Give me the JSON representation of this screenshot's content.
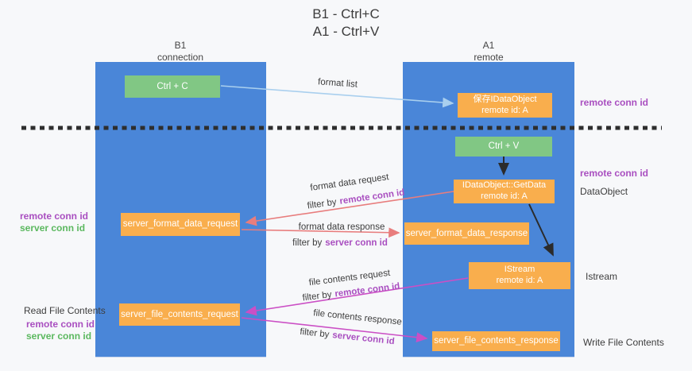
{
  "title": {
    "line1": "B1 - Ctrl+C",
    "line2": "A1 - Ctrl+V"
  },
  "columns": {
    "left": {
      "name": "B1",
      "role": "connection"
    },
    "right": {
      "name": "A1",
      "role": "remote"
    }
  },
  "nodes": {
    "ctrl_c": {
      "label": "Ctrl + C"
    },
    "saved_dataobject": {
      "line1": "保存IDataObject",
      "line2": "remote id: A"
    },
    "ctrl_v": {
      "label": "Ctrl + V"
    },
    "getdata": {
      "line1": "IDataObject::GetData",
      "line2": "remote id: A"
    },
    "server_format_data_request": {
      "label": "server_format_data_request"
    },
    "server_format_data_response": {
      "label": "server_format_data_response"
    },
    "istream": {
      "line1": "IStream",
      "line2": "remote id: A"
    },
    "server_file_contents_request": {
      "label": "server_file_contents_request"
    },
    "server_file_contents_response": {
      "label": "server_file_contents_response"
    }
  },
  "labels": {
    "remote_conn_id": "remote conn id",
    "server_conn_id": "server conn id",
    "filter_by": "filter by",
    "data_object": "DataObject",
    "istream": "Istream",
    "read_file_contents": "Read File Contents",
    "write_file_contents": "Write File Contents"
  },
  "arrows": {
    "format_list": "format list",
    "format_data_request": "format data request",
    "format_data_response": "format data response",
    "file_contents_request": "file contents request",
    "file_contents_response": "file contents response"
  },
  "colors": {
    "column_blue": "#4a86d8",
    "node_orange": "#f9ae4d",
    "node_green": "#81c784",
    "arrow_light_blue": "#a9cfee",
    "arrow_salmon": "#e87d7d",
    "arrow_magenta": "#cb4fc5",
    "arrow_black": "#2b2b2b",
    "label_purple": "#a94fc0",
    "label_green": "#5bb85f",
    "background": "#f7f8fa"
  }
}
